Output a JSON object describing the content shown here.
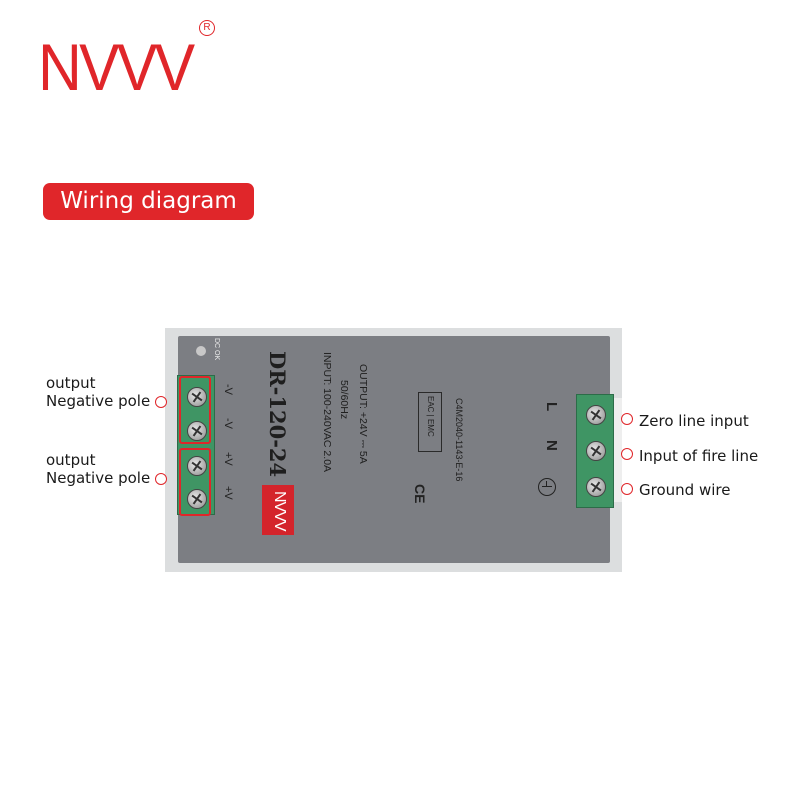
{
  "brand": {
    "name": "NVVV",
    "registered": "R"
  },
  "heading": "Wiring diagram",
  "device": {
    "model": "DR-120-24",
    "input_spec": "INPUT: 100-240VAC  2.0A",
    "frequency": "50/60Hz",
    "output_spec": "OUTPUT: +24V  ⎓  5A",
    "dc_ok": "DC OK",
    "logo": "NVVV",
    "cert_code": "C4M2040-1143-E-16",
    "cert_mark": "EAC | EMC",
    "ce_mark": "CE",
    "left_terminals": [
      "-V",
      "-V",
      "+V",
      "+V"
    ],
    "right_terminals": [
      "L",
      "N",
      "⏚"
    ]
  },
  "annotations": {
    "left": [
      {
        "line1": "output",
        "line2": "Negative pole"
      },
      {
        "line1": "output",
        "line2": "Negative pole"
      }
    ],
    "right": [
      "Zero line input",
      "Input of fire line",
      "Ground wire"
    ]
  },
  "colors": {
    "accent": "#e0262a",
    "panel": "#7c7e83",
    "terminal": "#3f9564"
  }
}
